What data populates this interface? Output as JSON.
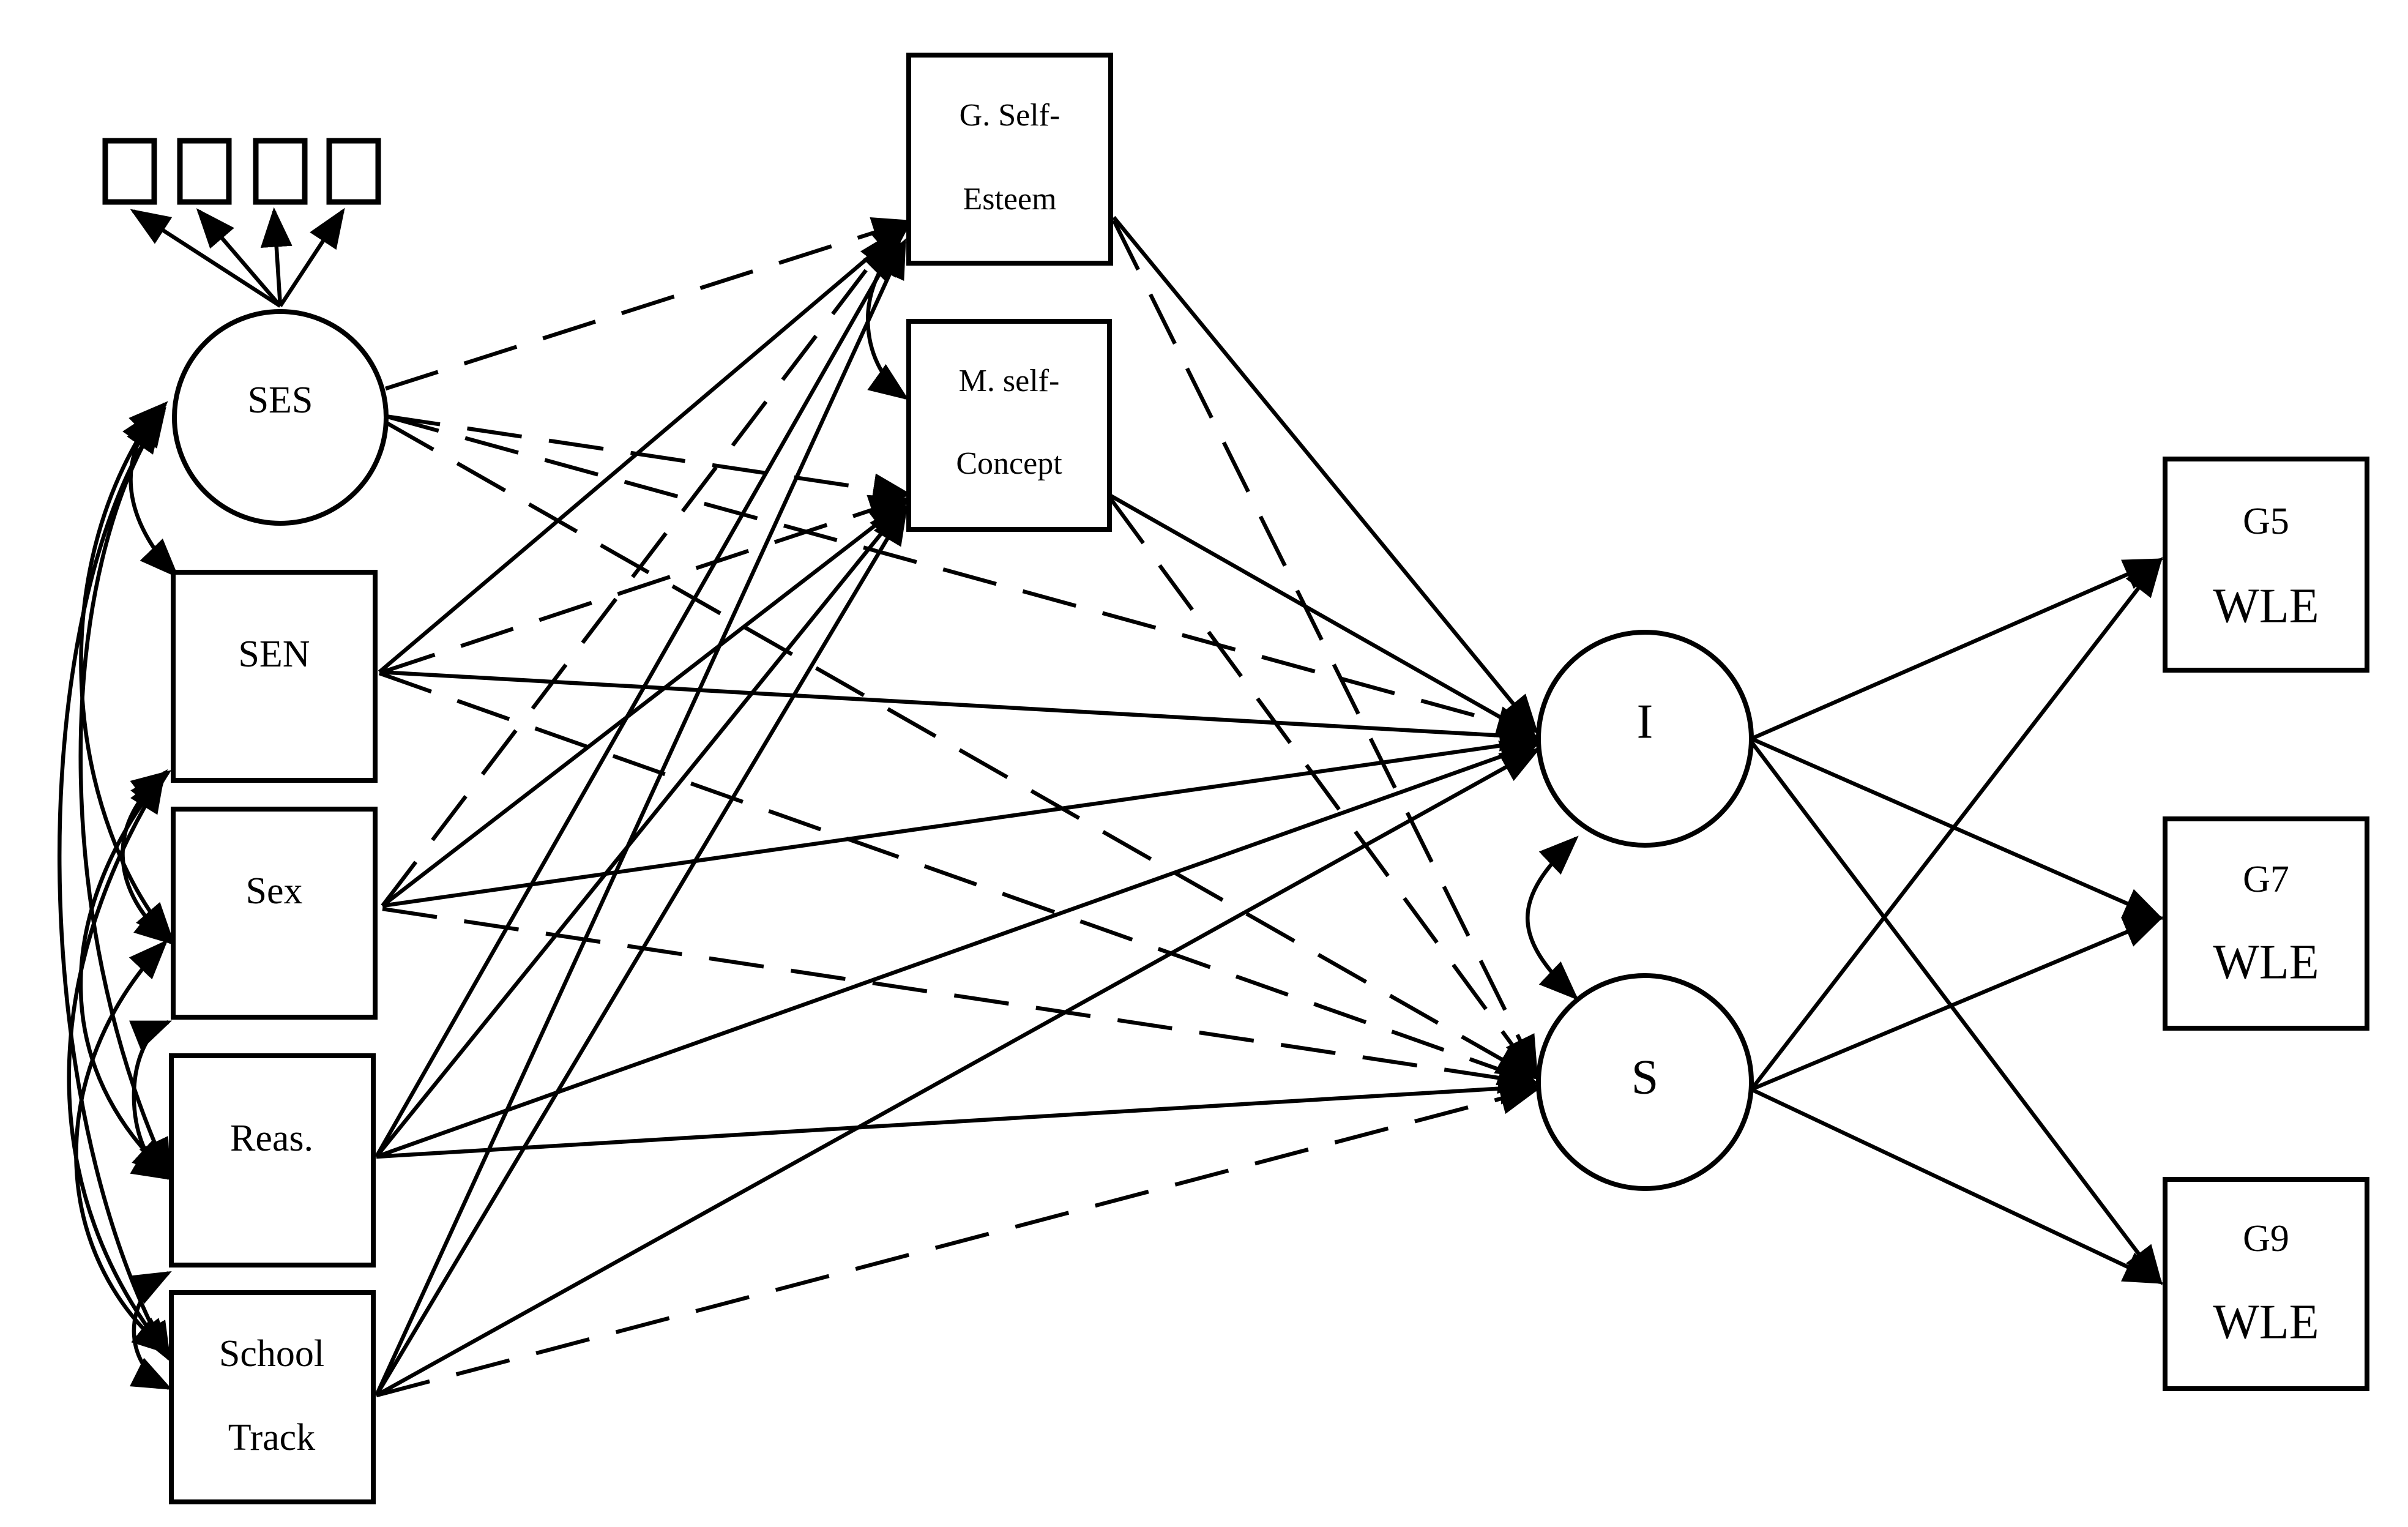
{
  "nodes": {
    "ses": "SES",
    "sen": "SEN",
    "sex": "Sex",
    "reas": "Reas.",
    "school_track": [
      "School",
      "Track"
    ],
    "g_self_esteem": [
      "G. Self-",
      "Esteem"
    ],
    "m_self_concept": [
      "M. self-",
      "Concept"
    ],
    "intercept": "I",
    "slope": "S",
    "g5": [
      "G5",
      "WLE"
    ],
    "g7": [
      "G7",
      "WLE"
    ],
    "g9": [
      "G9",
      "WLE"
    ]
  }
}
